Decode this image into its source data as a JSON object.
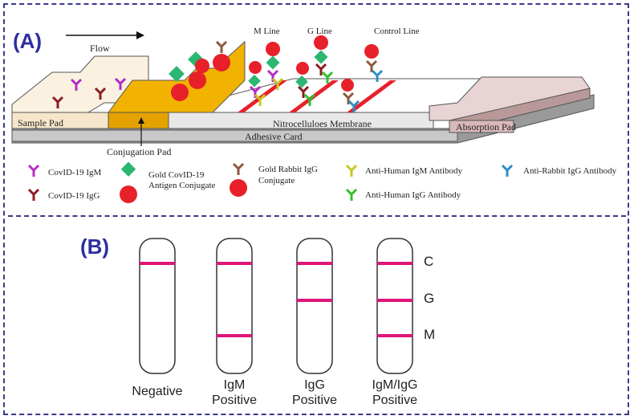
{
  "panel_a": {
    "label": "(A)",
    "flow_label": "Flow",
    "top_labels": {
      "m_line": "M Line",
      "g_line": "G Line",
      "control_line": "Control Line"
    },
    "parts": {
      "sample_pad": "Sample Pad",
      "conjugation_pad": "Conjugation Pad",
      "membrane": "Nitrocelluloes Membrane",
      "absorption_pad": "Absorption Pad",
      "adhesive_card": "Adhesive Card"
    },
    "legend": {
      "igm": "CovID-19  IgM",
      "igg": "CovID-19  IgG",
      "gold_antigen_line1": "Gold CovID-19",
      "gold_antigen_line2": "Antigen Conjugate",
      "gold_rabbit_line1": "Gold Rabbit IgG",
      "gold_rabbit_line2": "Conjugate",
      "anti_igm": "Anti-Human IgM Antibody",
      "anti_igg": "Anti-Human IgG Antibody",
      "anti_rabbit": "Anti-Rabbit IgG Antibody"
    }
  },
  "panel_b": {
    "label": "(B)",
    "line_letters": {
      "c": "C",
      "g": "G",
      "m": "M"
    },
    "strips": [
      {
        "line1": "Negative",
        "line2": ""
      },
      {
        "line1": "IgM",
        "line2": "Positive"
      },
      {
        "line1": "IgG",
        "line2": "Positive"
      },
      {
        "line1": "IgM/IgG",
        "line2": "Positive"
      }
    ]
  },
  "colors": {
    "frame": "#3a3a8c",
    "label": "#2e2ea0",
    "test_line": "#e0157a",
    "conjugate_red": "#e8202a",
    "antigen_green": "#2bb673",
    "igm_purple": "#b52bc4",
    "igg_darkred": "#8b1c24",
    "rabbit_brown": "#8b5a3c",
    "anti_igm_yellow": "#c8c820",
    "anti_igg_green": "#2ec02e",
    "anti_rabbit_blue": "#2a8fc4",
    "conjugation_pad": "#f2b300"
  }
}
